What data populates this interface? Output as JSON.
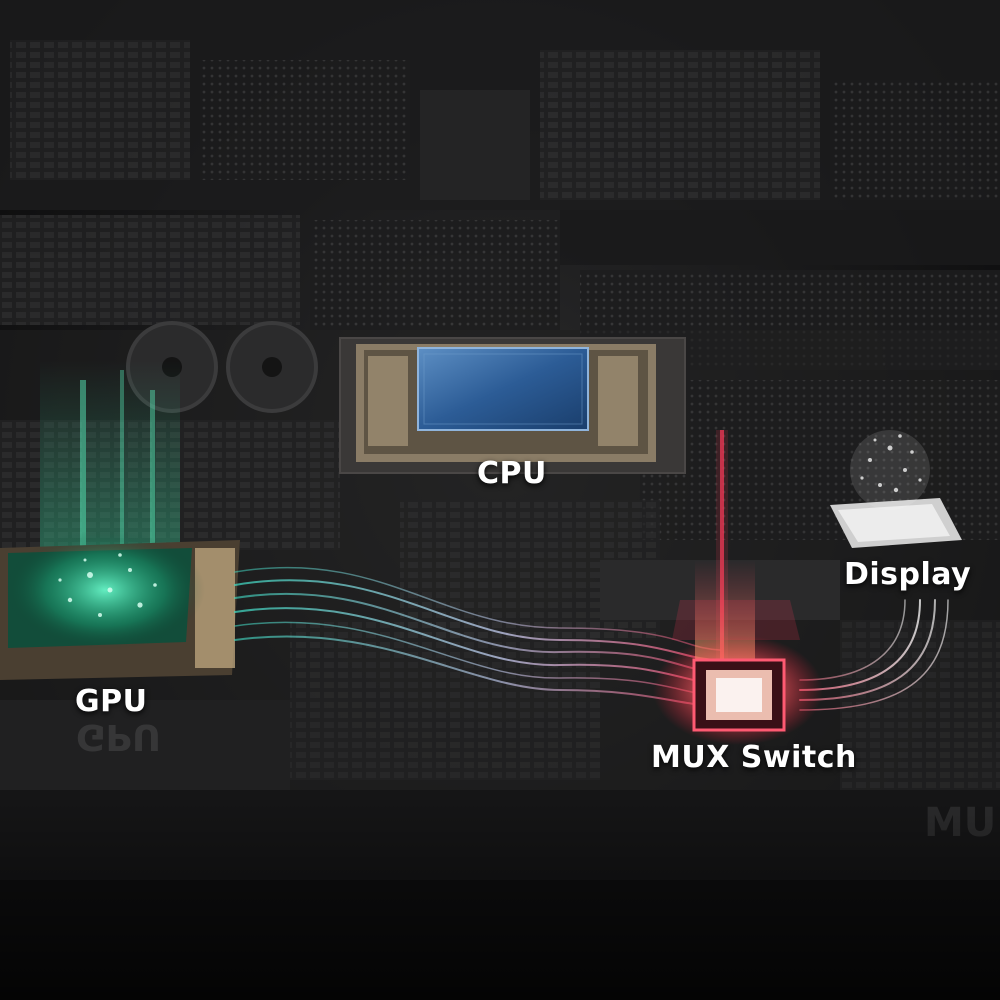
{
  "labels": {
    "cpu": "CPU",
    "display": "Display",
    "gpu": "GPU",
    "mux": "MUX Switch"
  },
  "reflections": {
    "gpu": "GPU",
    "mux": "MU"
  },
  "colors": {
    "gpu_glow": "#3df0b0",
    "cpu_die": "#2f6fb0",
    "mux_glow": "#ff3a5a",
    "display_chip": "#d8d8d8",
    "background": "#1a1a1b"
  },
  "connections": [
    {
      "from": "gpu",
      "to": "mux",
      "color": "teal-to-red"
    },
    {
      "from": "cpu",
      "to": "mux",
      "color": "red"
    },
    {
      "from": "mux",
      "to": "display",
      "color": "white"
    }
  ]
}
